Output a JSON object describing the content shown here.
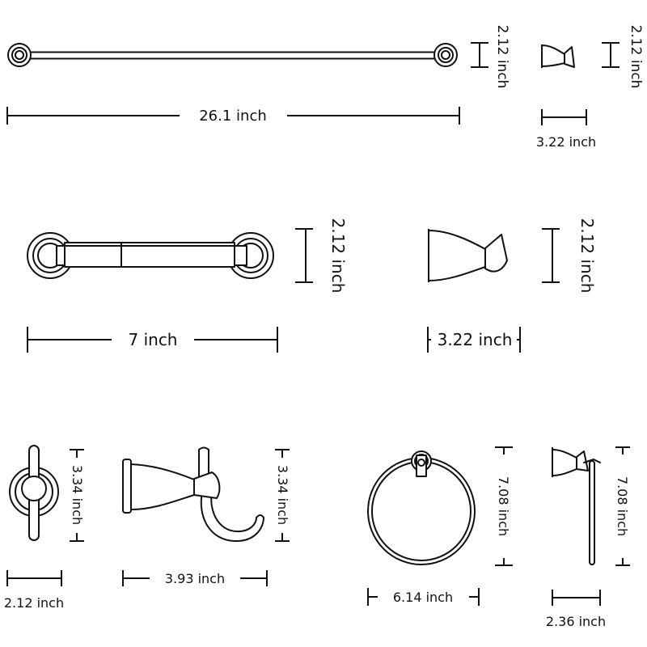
{
  "dimensions": {
    "towel_bar_width": "26.1 inch",
    "towel_bar_height": "2.12 inch",
    "small_hook_height": "2.12 inch",
    "small_hook_width": "3.22 inch",
    "tp_holder_height": "2.12 inch",
    "tp_holder_width": "7 inch",
    "robe_hook_height": "2.12 inch",
    "robe_hook_width": "3.22 inch",
    "double_hook_front_height": "3.34 inch",
    "double_hook_front_width": "2.12 inch",
    "double_hook_side_height": "3.34 inch",
    "double_hook_side_width": "3.93 inch",
    "towel_ring_height": "7.08 inch",
    "towel_ring_width": "6.14 inch",
    "ring_side_height": "7.08 inch",
    "ring_side_width": "2.36 inch"
  }
}
